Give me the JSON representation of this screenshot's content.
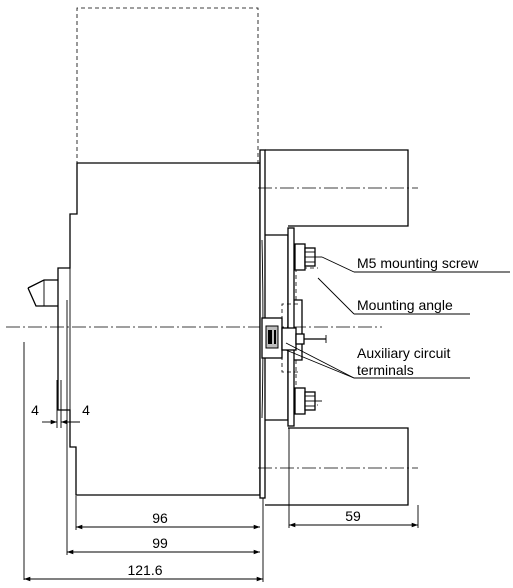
{
  "labels": {
    "screw": "M5 mounting screw",
    "angle": "Mounting angle",
    "aux_line1": "Auxiliary circuit",
    "aux_line2": "terminals"
  },
  "dimensions": {
    "d4_left": "4",
    "d4_right": "4",
    "d96": "96",
    "d99": "99",
    "d121_6": "121.6",
    "d59": "59"
  }
}
